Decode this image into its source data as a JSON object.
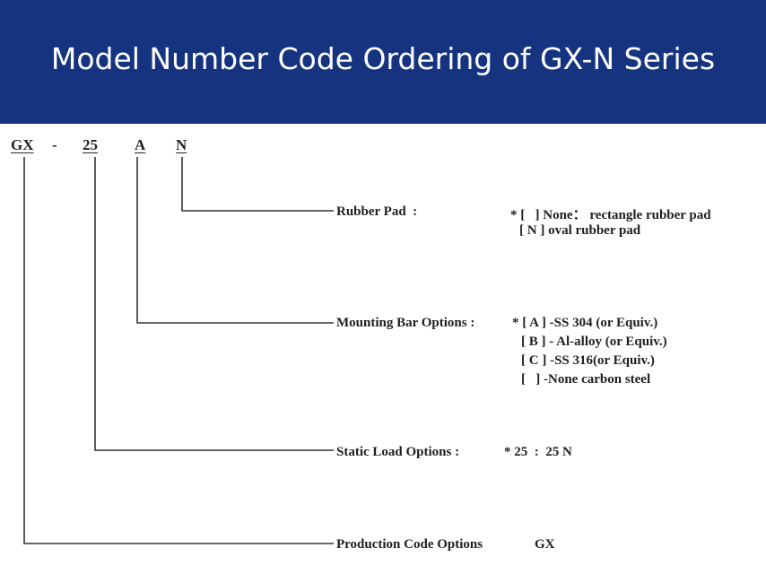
{
  "header": {
    "title": "Model Number Code Ordering of GX-N Series"
  },
  "code": {
    "prefix": "GX",
    "dash": "-",
    "load": "25",
    "bar": "A",
    "pad": "N"
  },
  "options": {
    "rubber_pad": {
      "label": "Rubber Pad  :",
      "lines": [
        "* [   ] None： rectangle rubber pad",
        "[ N ] oval rubber pad"
      ]
    },
    "mounting_bar": {
      "label": "Mounting Bar Options :",
      "lines": [
        "* [ A ] -SS 304 (or Equiv.)",
        "[ B ] - Al-alloy (or Equiv.)",
        "[ C ] -SS 316(or Equiv.)",
        "[   ] -None carbon steel"
      ]
    },
    "static_load": {
      "label": "Static Load Options :",
      "lines": [
        "* 25  :  25 N"
      ]
    },
    "production_code": {
      "label": "Production Code Options",
      "lines": [
        "GX"
      ]
    }
  },
  "colors": {
    "header_bg": "#15337f",
    "line": "#333333"
  }
}
